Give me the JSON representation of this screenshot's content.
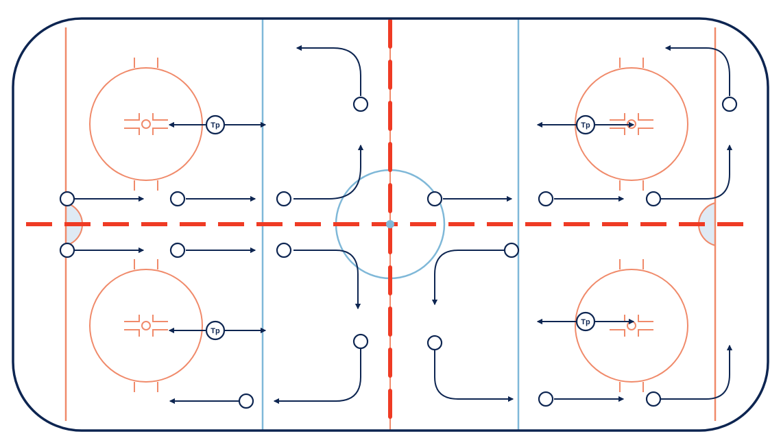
{
  "diagram": {
    "type": "hockey-rink-drill",
    "colors": {
      "board": "#0d2551",
      "path": "#0d2551",
      "red_line": "#ef3b24",
      "goal_line": "#f08a6a",
      "faceoff": "#f08a6a",
      "blue_line": "#7fb8d8",
      "center_circle": "#7fb8d8",
      "crease_fill": "#dfeaf4",
      "background": "#ffffff"
    },
    "player_marker": "circle",
    "tag_marker_label": "Tp"
  }
}
